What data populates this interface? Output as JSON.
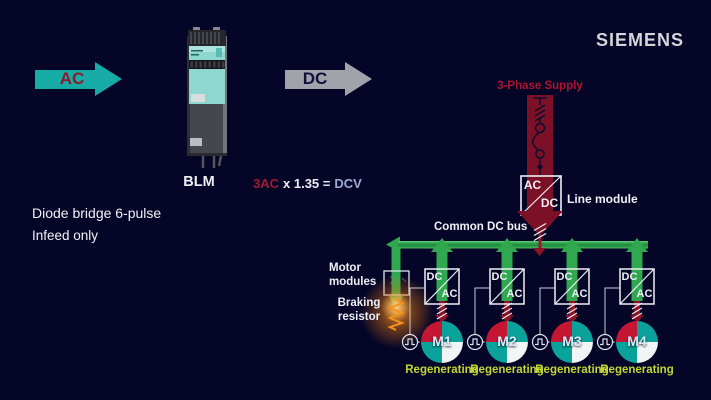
{
  "brand": {
    "logo_text": "SIEMENS"
  },
  "flow_header": {
    "ac_label": "AC",
    "dc_label": "DC",
    "module_name": "BLM",
    "formula": {
      "input": "3AC",
      "operation": "x 1.35 =",
      "output": "DCV"
    }
  },
  "description": {
    "line1": "Diode bridge 6-pulse",
    "line2": "Infeed only"
  },
  "diagram": {
    "supply_label": "3-Phase Supply",
    "line_module": {
      "label": "Line module",
      "converter_top": "AC",
      "converter_bottom": "DC"
    },
    "dc_bus_label": "Common DC bus",
    "motor_modules_label": "Motor\nmodules",
    "braking_resistor_label": "Braking\nresistor",
    "motor_columns": [
      {
        "converter_top": "DC",
        "converter_bottom": "AC",
        "motor_label": "M1",
        "status": "Regenerating"
      },
      {
        "converter_top": "DC",
        "converter_bottom": "AC",
        "motor_label": "M2",
        "status": "Regenerating"
      },
      {
        "converter_top": "DC",
        "converter_bottom": "AC",
        "motor_label": "M3",
        "status": "Regenerating"
      },
      {
        "converter_top": "DC",
        "converter_bottom": "AC",
        "motor_label": "M4",
        "status": "Regenerating"
      }
    ]
  },
  "colors": {
    "background": "#050528",
    "ac_arrow_teal": "#16aba4",
    "ac_text_red": "#8c1b2d",
    "dc_arrow_gray": "#a2a2ab",
    "dc_text_navy": "#10103a",
    "supply_band_red": "#7c1026",
    "supply_text_red": "#ad1430",
    "dc_bus_green": "#2fa84f",
    "regenerating_text": "#c2d634",
    "motor_red": "#c51634",
    "motor_teal": "#0aa29a",
    "resistor_orange": "#f2921e",
    "formula_input_red": "#a01a33",
    "formula_output_blue": "#9fadd6",
    "label_white": "#eef0f4"
  }
}
